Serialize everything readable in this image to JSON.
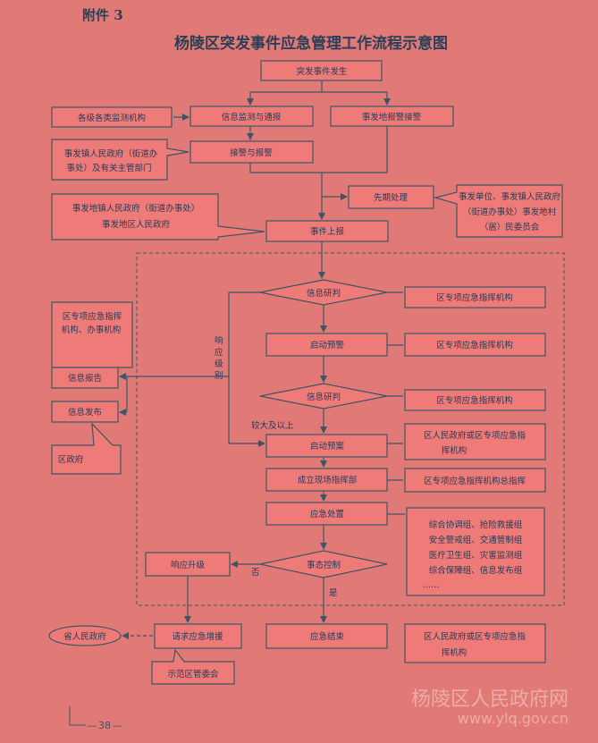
{
  "header": {
    "attachment": "附件 3",
    "title": "杨陵区突发事件应急管理工作流程示意图"
  },
  "nodes": {
    "start": "突发事件发生",
    "monitor": "信息监测与通报",
    "report_alarm": "事发地报警接警",
    "monitor_src": "各级各类监测机构",
    "receive": "接警与报警",
    "receive_src": [
      "事发镇人民政府（街道办",
      "事处）及有关主管部门"
    ],
    "early": "先期处理",
    "early_src": [
      "事发单位、事发镇人民政府",
      "（街道办事处）事发地村",
      "（居）民委员会"
    ],
    "upreport": "事件上报",
    "upreport_src": [
      "事发地镇人民政府（街道办事处）",
      "事发地区人民政府"
    ],
    "judge1": "信息研判",
    "judge1_src": "区专项应急指挥机构",
    "warn": "启动预警",
    "warn_src": "区专项应急指挥机构",
    "judge2": "信息研判",
    "judge2_src": "区专项应急指挥机构",
    "plan": "启动预案",
    "plan_src": [
      "区人民政府或区专项应急指",
      "挥机构"
    ],
    "site": "成立现场指挥部",
    "site_src": "区专项应急指挥机构总指挥",
    "handle": "应急处置",
    "handle_src": [
      "综合协调组、抢险救援组",
      "安全警戒组、交通管制组",
      "医疗卫生组、灾害监测组",
      "综合保障组、信息发布组",
      "……"
    ],
    "control": "事态控制",
    "upgrade": "响应升级",
    "request": "请求应急增援",
    "province": "省人民政府",
    "demo": "示范区管委会",
    "end": "应急结束",
    "end_src": [
      "区人民政府或区专项应急指",
      "挥机构"
    ],
    "info_report": "信息报告",
    "info_report_src": [
      "区专项应急指挥",
      "机构、办事机构"
    ],
    "info_publish": "信息发布",
    "info_publish_src": "区政府"
  },
  "labels": {
    "response_level": [
      "响",
      "应",
      "级",
      "别"
    ],
    "major": "较大及以上",
    "no": "否",
    "yes": "是"
  },
  "footer": {
    "page": "38"
  },
  "watermark": {
    "name": "杨陵区人民政府网",
    "url": "www.ylq.gov.cn"
  },
  "colors": {
    "background": "#e17a76",
    "box_fill": "#ef7b78",
    "line": "#3d5566",
    "text": "#1f3a5a"
  }
}
